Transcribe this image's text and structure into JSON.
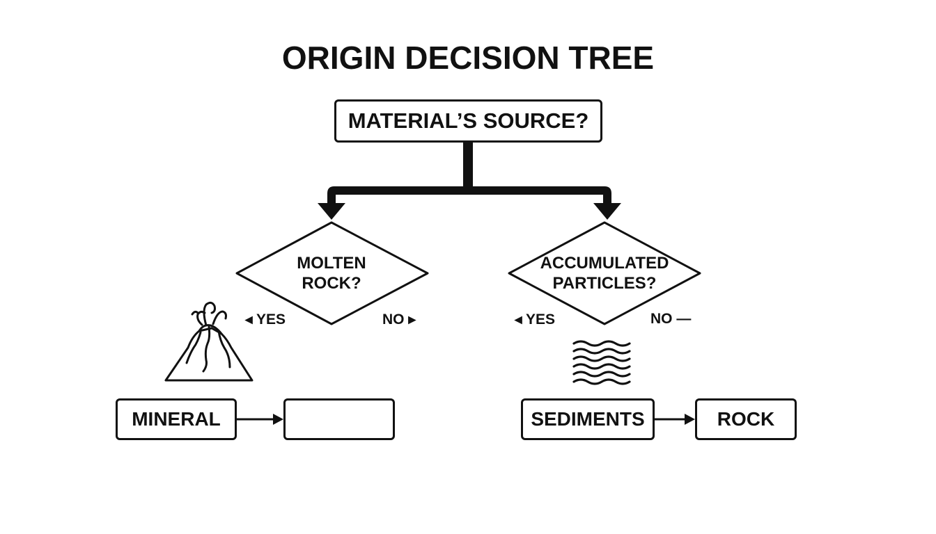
{
  "title": "ORIGIN DECISION TREE",
  "root": {
    "label": "MATERIAL’S SOURCE?"
  },
  "decisions": [
    {
      "line1": "MOLTEN",
      "line2": "ROCK?",
      "yes_label": "◂ YES",
      "no_label": "NO ▸"
    },
    {
      "line1": "ACCUMULATED",
      "line2": "PARTICLES?",
      "yes_label": "◂ YES",
      "no_label": "NO —"
    }
  ],
  "outcomes": {
    "mineral": "MINERAL",
    "blank": "",
    "sediments": "SEDIMENTS",
    "rock": "ROCK"
  },
  "icons": [
    "volcano-icon",
    "waves-icon"
  ]
}
